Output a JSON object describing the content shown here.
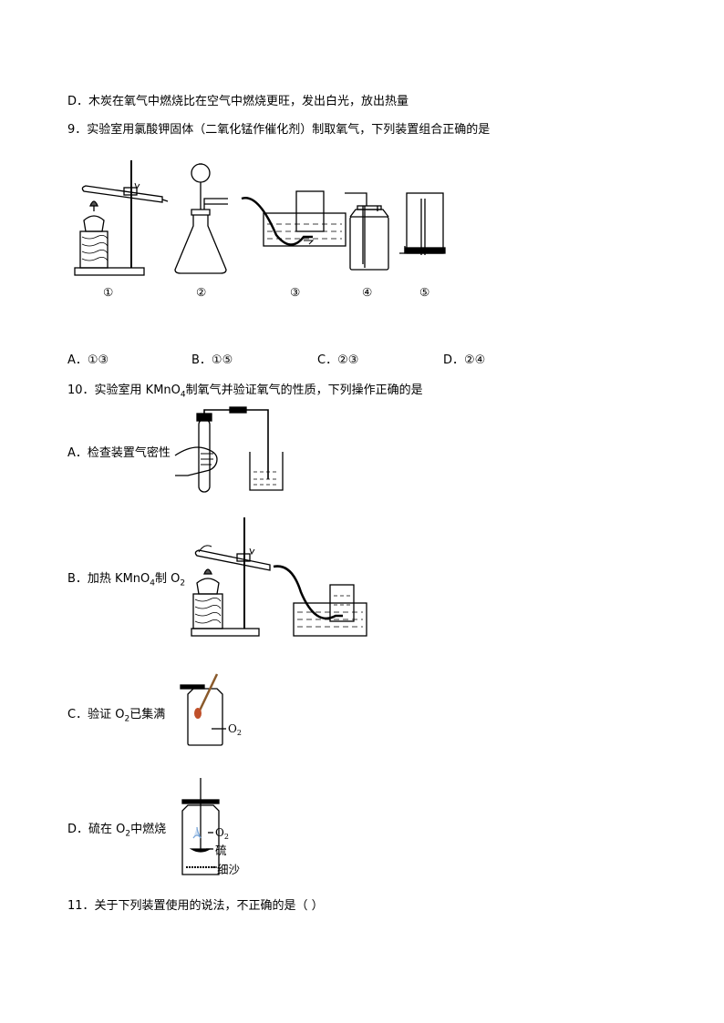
{
  "q8": {
    "option_d": "D．木炭在氧气中燃烧比在空气中燃烧更旺，发出白光，放出热量"
  },
  "q9": {
    "stem": "9．实验室用氯酸钾固体（二氧化锰作催化剂）制取氧气，下列装置组合正确的是",
    "figure_labels": [
      "①",
      "②",
      "③",
      "④",
      "⑤"
    ],
    "options": [
      "A．①③",
      "B．①⑤",
      "C．②③",
      "D．②④"
    ]
  },
  "q10": {
    "stem_prefix": "10．实验室用 KMnO",
    "stem_sub": "4",
    "stem_suffix": "制氧气并验证氧气的性质，下列操作正确的是",
    "option_a": "A．检查装置气密性",
    "option_b_prefix": "B．加热 KMnO",
    "option_b_sub1": "4",
    "option_b_mid": "制 O",
    "option_b_sub2": "2",
    "option_c_prefix": "C．验证 O",
    "option_c_sub": "2",
    "option_c_suffix": "已集满",
    "option_c_gas_label": "O",
    "option_c_gas_sub": "2",
    "option_d_prefix": "D．硫在 O",
    "option_d_sub": "2",
    "option_d_suffix": "中燃烧",
    "option_d_labels": {
      "gas": "O",
      "gas_sub": "2",
      "sulfur": "硫",
      "sand": "细沙"
    }
  },
  "q11": {
    "stem": "11．关于下列装置使用的说法，不正确的是（          ）"
  }
}
